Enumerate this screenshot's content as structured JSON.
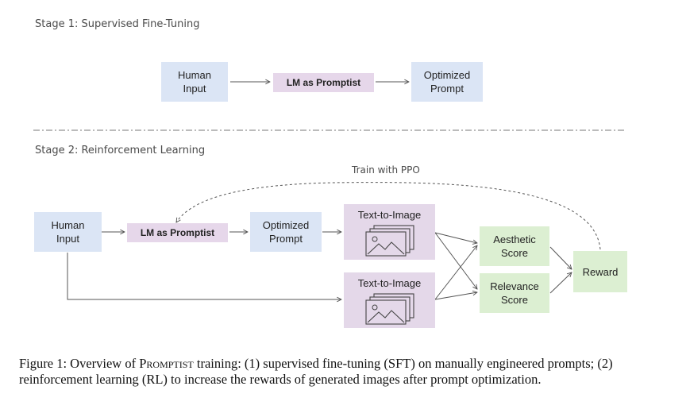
{
  "stage1": {
    "label": "Stage 1: Supervised Fine-Tuning",
    "human_input": "Human\nInput",
    "lm": "LM as Promptist",
    "optimized_prompt": "Optimized\nPrompt"
  },
  "stage2": {
    "label": "Stage 2: Reinforcement Learning",
    "train_label": "Train with PPO",
    "human_input": "Human\nInput",
    "lm": "LM as Promptist",
    "optimized_prompt": "Optimized\nPrompt",
    "t2i_top": "Text-to-Image",
    "t2i_bottom": "Text-to-Image",
    "aesthetic_score": "Aesthetic\nScore",
    "relevance_score": "Relevance\nScore",
    "reward": "Reward"
  },
  "caption": {
    "prefix": "Figure 1: Overview of ",
    "name": "Promptist",
    "rest": " training: (1) supervised fine-tuning (SFT) on manually engineered prompts; (2) reinforcement learning (RL) to increase the rewards of generated images after prompt optimization."
  }
}
